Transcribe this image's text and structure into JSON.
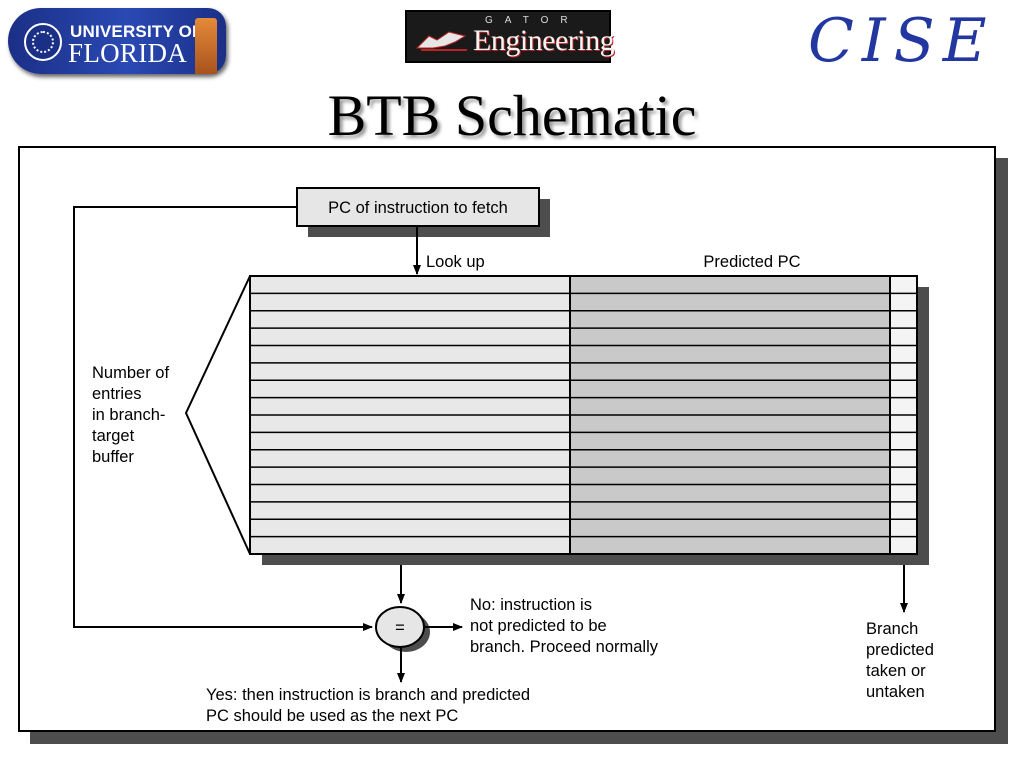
{
  "header": {
    "uf_logo": {
      "line1": "UNIVERSITY OF",
      "line2": "FLORIDA"
    },
    "eng_logo": {
      "small": "GATOR",
      "main": "Engineering"
    },
    "cise_logo": "CISE"
  },
  "title": "BTB Schematic",
  "diagram": {
    "pc_box_label": "PC of instruction to fetch",
    "lookup_label": "Look up",
    "predicted_pc_label": "Predicted PC",
    "entries_label_lines": [
      "Number of",
      "entries",
      "in branch-",
      "target",
      "buffer"
    ],
    "compare_symbol": "=",
    "no_label_lines": [
      "No:  instruction is",
      "not predicted to be",
      "branch. Proceed normally"
    ],
    "yes_label_lines": [
      "Yes:  then instruction is branch and predicted",
      "PC should be used as the next PC"
    ],
    "branch_label_lines": [
      "Branch",
      "predicted",
      "taken or",
      "untaken"
    ],
    "buffer_rows": 16
  },
  "colors": {
    "left_column": "#e8e8e8",
    "middle_column": "#c9c9c9",
    "right_column": "#f4f4f4",
    "shadow": "#4d4d4d",
    "uf_blue": "#1b2f86",
    "cise_blue": "#2337a0"
  }
}
